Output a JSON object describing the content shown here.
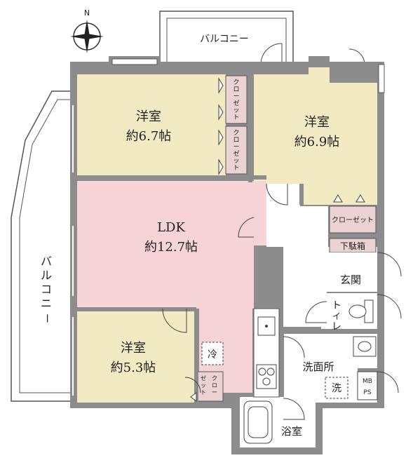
{
  "compass": {
    "north": "N"
  },
  "balcony_top": "バルコニー",
  "balcony_left": [
    "バ",
    "ル",
    "コ",
    "ニ",
    "ー"
  ],
  "rooms": {
    "west_nw": {
      "name": "洋室",
      "size": "約6.7帖"
    },
    "east": {
      "name": "洋室",
      "size": "約6.9帖"
    },
    "ldk": {
      "name": "LDK",
      "size": "約12.7帖"
    },
    "west_sw": {
      "name": "洋室",
      "size": "約5.3帖"
    }
  },
  "closets": {
    "nw_upper": [
      "ク",
      "ロ",
      "ー",
      "ゼ",
      "ッ",
      "ト"
    ],
    "nw_lower": [
      "ク",
      "ロ",
      "ー",
      "ゼ",
      "ッ",
      "ト"
    ],
    "east": "クローゼット",
    "sw_a": [
      "ゼ",
      "ッ",
      "ト"
    ],
    "sw_b": [
      "ク",
      "ロ",
      "ー"
    ]
  },
  "labels": {
    "shoe_box": "下駄箱",
    "entrance": "玄関",
    "toilet": [
      "ト",
      "イ",
      "レ"
    ],
    "fridge": "冷",
    "washroom": "洗面所",
    "washer": "洗",
    "mbps_1": "MB",
    "mbps_2": "PS",
    "bathroom": "浴室"
  },
  "colors": {
    "wall": "#8c8c8c",
    "western_room": "#f2eac2",
    "ldk": "#f5d3d6",
    "closet": "#ebd3d3",
    "white": "#ffffff",
    "line": "#333333"
  }
}
